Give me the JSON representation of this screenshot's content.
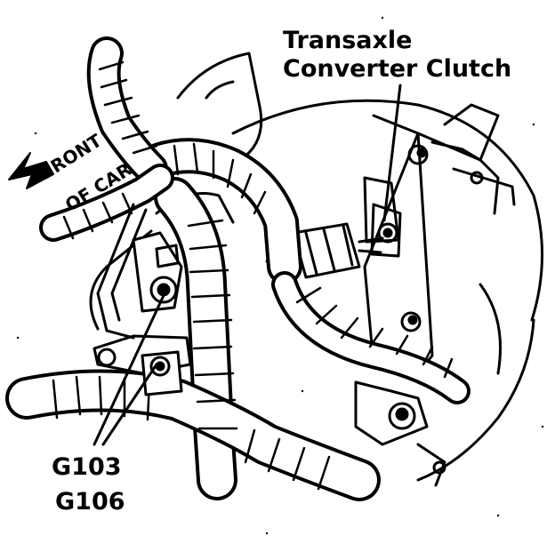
{
  "labels": {
    "transaxle_line1": "Transaxle",
    "transaxle_line2": "Converter Clutch",
    "ground_1": "G103",
    "ground_2": "G106"
  },
  "direction_arrow": {
    "line1": "FRONT",
    "line2": "OF CAR"
  },
  "colors": {
    "ink": "#000000",
    "paper": "#ffffff"
  }
}
